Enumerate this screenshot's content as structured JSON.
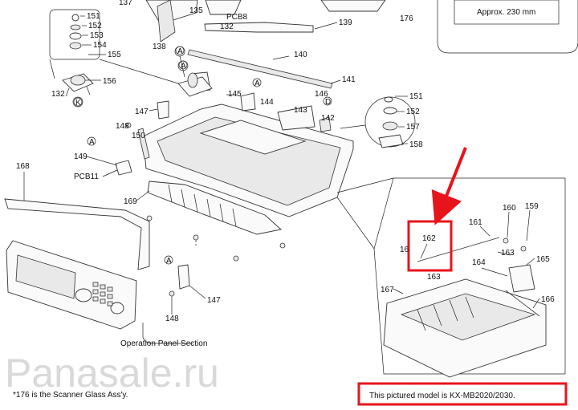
{
  "labels": {
    "l137": "137",
    "l135": "135",
    "pcb8": "PCB8",
    "l132a": "132",
    "l176": "176",
    "l151a": "151",
    "l152a": "152",
    "l153": "153",
    "l154": "154",
    "l155": "155",
    "l156": "156",
    "l132b": "132",
    "l138": "138",
    "l139": "139",
    "l140": "140",
    "l141": "141",
    "l145": "145",
    "l144": "144",
    "l143": "143",
    "l142": "142",
    "l146": "146",
    "l147a": "147",
    "l148a": "148",
    "l150": "150",
    "l149": "149",
    "pcb11": "PCB11",
    "l168": "168",
    "l169": "169",
    "l151b": "151",
    "l152b": "152",
    "l157": "157",
    "l158": "158",
    "l161": "161",
    "l160": "160",
    "l159": "159",
    "l162": "162",
    "l16x": "16",
    "l163a": "163",
    "l163b": "163",
    "l164": "164",
    "l165": "165",
    "l167": "167",
    "l166": "166",
    "l147b": "147",
    "l148b": "148"
  },
  "markers": {
    "A": "A",
    "D": "D",
    "K": "K"
  },
  "inset_note": "Approx. 230 mm",
  "caption_operation_panel": "Operation Panel Section",
  "footnote": "*176 is the Scanner Glass Ass'y.",
  "model_note": "This pictured model is KX-MB2020/2030.",
  "watermark": "Panasale.ru",
  "highlight_color": "#e8141b"
}
